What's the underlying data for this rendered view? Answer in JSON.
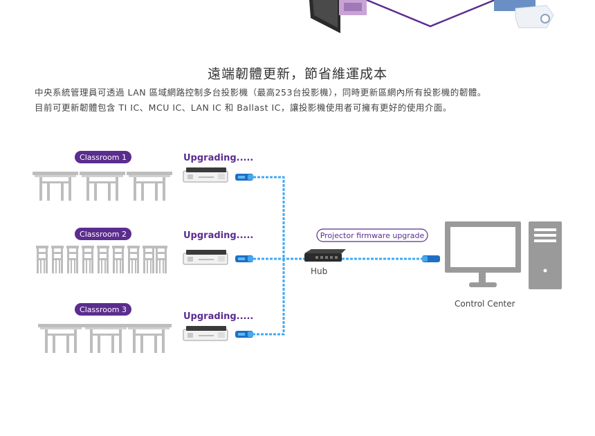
{
  "heading": {
    "title": "遠端韌體更新，節省維運成本",
    "desc_line1": "中央系統管理員可透過 LAN 區域網路控制多台投影機（最高253台投影機），同時更新區網內所有投影機的韌體。",
    "desc_line2": "目前可更新韌體包含 TI IC、MCU IC、LAN IC 和 Ballast IC，讓投影機使用者可擁有更好的使用介面。"
  },
  "diagram": {
    "classrooms": [
      {
        "label": "Classroom 1",
        "status": "Upgrading....."
      },
      {
        "label": "Classroom 2",
        "status": "Upgrading....."
      },
      {
        "label": "Classroom 3",
        "status": "Upgrading....."
      }
    ],
    "link_label": "Projector firmware upgrade",
    "hub_label": "Hub",
    "control_center_label": "Control Center"
  },
  "colors": {
    "accent_purple": "#5b2d8e",
    "cable_blue": "#3fa9f5",
    "furniture_gray": "#bdbdbd",
    "computer_gray": "#9a9a9a"
  },
  "icons": [
    "projector-icon",
    "network-plug-icon",
    "hub-icon",
    "monitor-icon",
    "pc-tower-icon",
    "desk-icon",
    "chair-icon"
  ]
}
